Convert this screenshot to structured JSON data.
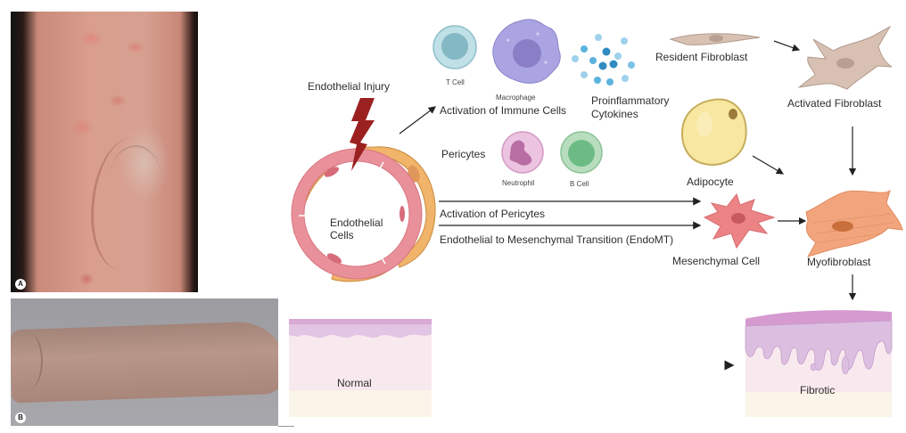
{
  "panels": {
    "a": {
      "badge": "A",
      "description": "Clinical photo: forearm with erythematous skin and folds"
    },
    "b": {
      "badge": "B",
      "description": "Clinical photo: forearm with indurated skin"
    }
  },
  "diagram": {
    "injury_label": "Endothelial Injury",
    "vessel_label_line1": "Endothelial",
    "vessel_label_line2": "Cells",
    "immune": {
      "t_cell": "T Cell",
      "macrophage": "Macrophage",
      "activation_label": "Activation of Immune Cells",
      "cytokines_line1": "Proinflammatory",
      "cytokines_line2": "Cytokines",
      "neutrophil": "Neutrophil",
      "b_cell": "B Cell"
    },
    "pericytes_label": "Pericytes",
    "pathways": {
      "pericyte_activation": "Activation of Pericytes",
      "endomt": "Endothelial to Mesenchymal Transition (EndoMT)"
    },
    "cells": {
      "resident_fibroblast": "Resident Fibroblast",
      "activated_fibroblast": "Activated Fibroblast",
      "adipocyte": "Adipocyte",
      "mesenchymal_cell": "Mesenchymal Cell",
      "myofibroblast": "Myofibroblast"
    },
    "skin": {
      "normal": "Normal",
      "fibrotic": "Fibrotic"
    }
  },
  "colors": {
    "injury_bolt": "#9b2020",
    "endothelium": "#e8919a",
    "pericyte": "#f0b46a",
    "t_cell": "#a9d4dc",
    "macrophage": "#a9a3e0",
    "cytokine": "#4ea6d6",
    "neutrophil": "#e4a8d2",
    "b_cell": "#9fd2a8",
    "fibroblast": "#d8c1b3",
    "adipocyte": "#f7e59a",
    "mesenchymal": "#ec8486",
    "myofibroblast": "#f2a57c",
    "epidermis": "#dcbfe0",
    "dermis": "#f8e9ee"
  }
}
